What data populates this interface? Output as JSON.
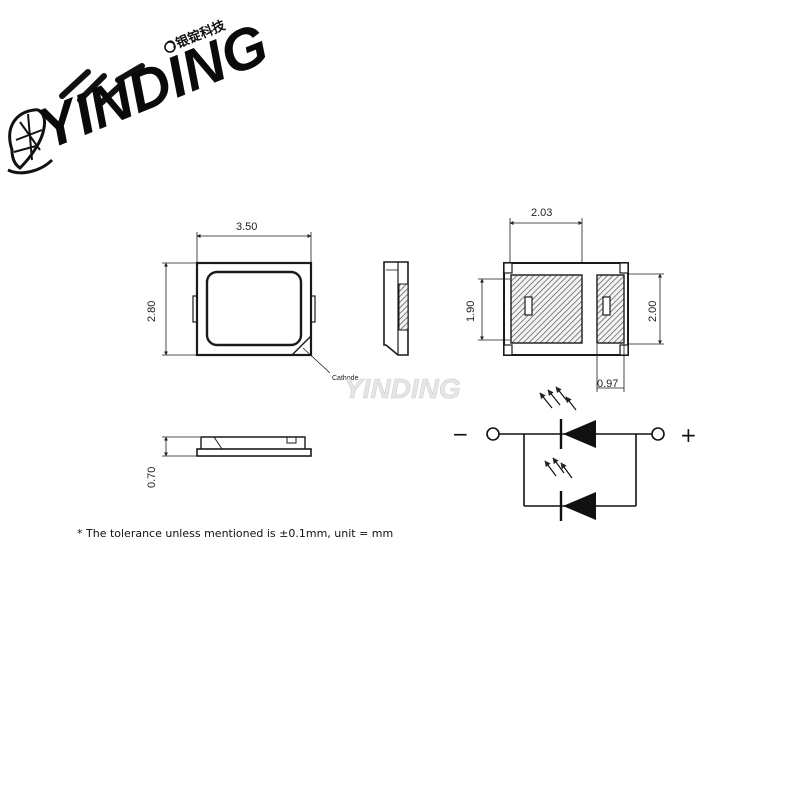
{
  "logo": {
    "brand_text": "YINDING",
    "chinese_text": "银锭科技"
  },
  "watermark": {
    "text": "YINDING"
  },
  "dimensions": {
    "top_width": "3.50",
    "top_height": "2.80",
    "side_thickness": "0.70",
    "pad_span": "2.03",
    "pad_height": "1.90",
    "body_height": "2.00",
    "small_pad_width": "0.97"
  },
  "labels": {
    "cathode": "Cathode"
  },
  "circuit": {
    "minus_sign": "−",
    "plus_sign": "+"
  },
  "footnote": "* The tolerance unless mentioned is ±0.1mm, unit = mm",
  "colors": {
    "ink": "#1a1a1a",
    "hatch": "#555555",
    "watermark": "#d8d8d8"
  }
}
